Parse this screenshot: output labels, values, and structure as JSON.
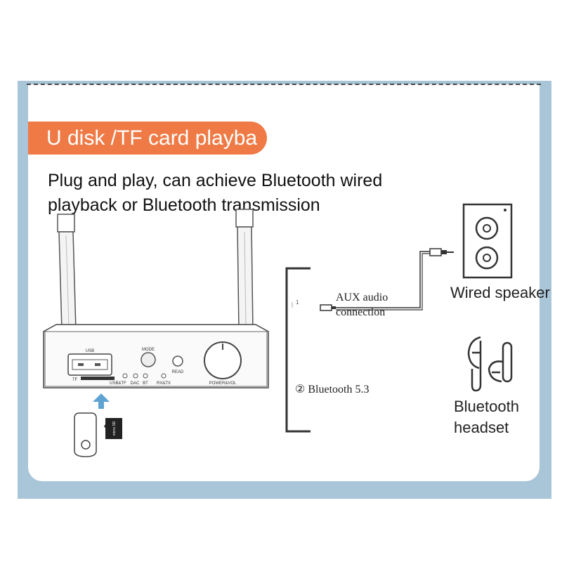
{
  "banner": {
    "title": "U disk /TF card playba"
  },
  "description": {
    "line1": "Plug and play, can achieve Bluetooth wired",
    "line2": "playback or Bluetooth transmission"
  },
  "device": {
    "usb_label": "USB",
    "tf_label": "TF",
    "mode_label": "MODE",
    "read_label": "READ",
    "power_label": "POWER&VOL",
    "indicators": [
      "USB&TF",
      "DAC",
      "BT",
      "RX&TX"
    ]
  },
  "connections": {
    "aux_marker": "1",
    "aux_label_line1": "AUX audio",
    "aux_label_line2": "connection",
    "bluetooth_marker": "②",
    "bluetooth_label": "Bluetooth 5.3"
  },
  "targets": {
    "speaker_label": "Wired speaker",
    "headset_line1": "Bluetooth",
    "headset_line2": "headset"
  },
  "media": {
    "sd_card_text": "micro SD"
  }
}
